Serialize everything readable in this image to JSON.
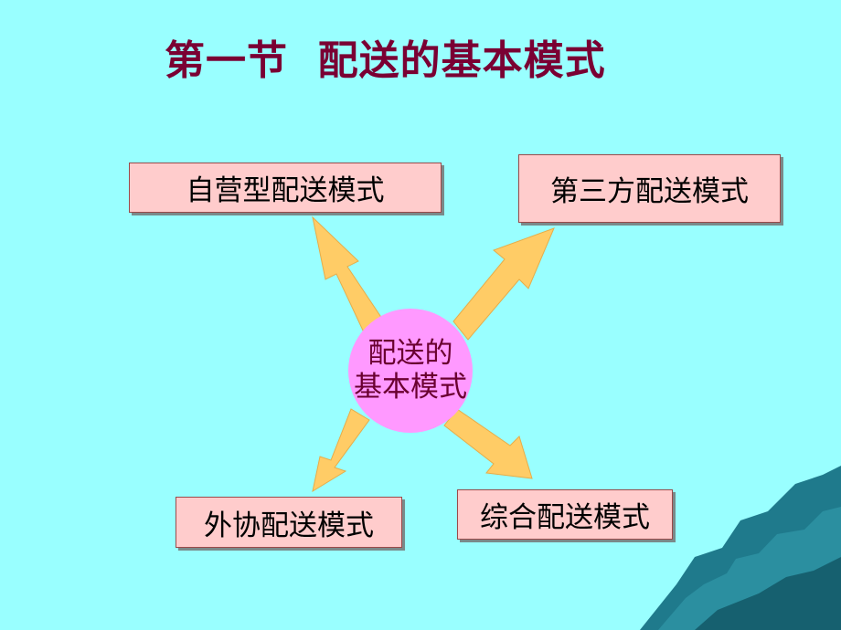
{
  "title": "第一节  配送的基本模式",
  "center": {
    "line1": "配送的",
    "line2": "基本模式"
  },
  "boxes": {
    "top_left": "自营型配送模式",
    "top_right": "第三方配送模式",
    "bottom_left": "外协配送模式",
    "bottom_right": "综合配送模式"
  },
  "colors": {
    "background": "#99ffff",
    "box_fill": "#ffcccc",
    "circle_fill": "#ff99ff",
    "arrow_fill": "#ffcc66",
    "title_color": "#7a0033",
    "mountain": "#1f7a8c"
  }
}
